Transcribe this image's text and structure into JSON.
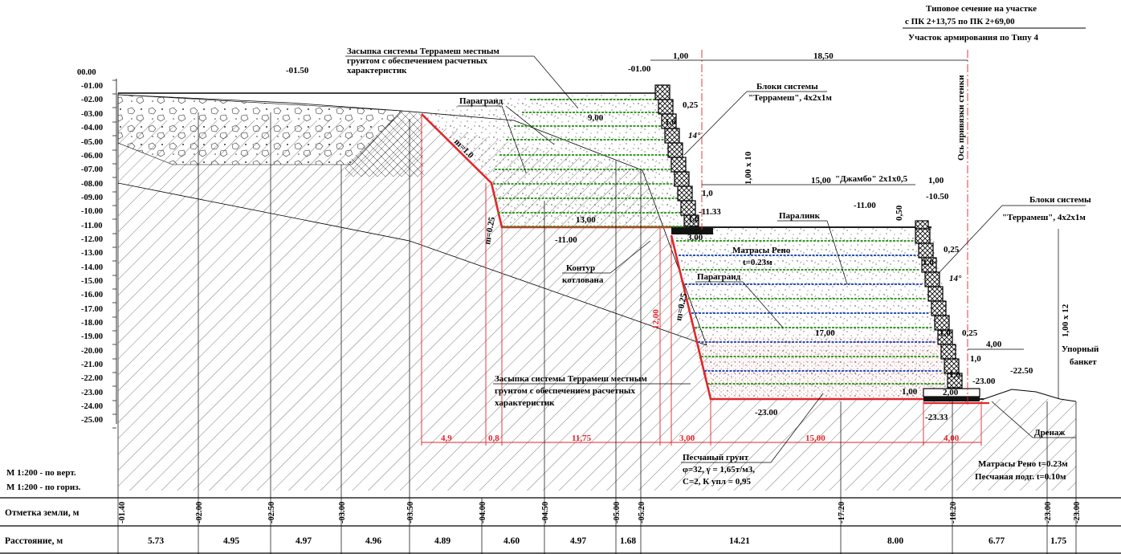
{
  "title": {
    "line1": "Типовое сечение на участке",
    "line2": "с ПК  2+13,75 по ПК 2+69,00",
    "line3": "Участок армирования по Типу 4"
  },
  "scale": {
    "vertical": "М 1:200 - по верт.",
    "horizontal": "М 1:200 - по гориз."
  },
  "y_axis_labels": [
    "00.00",
    "-01.00",
    "-02.00",
    "-03.00",
    "-04.00",
    "-05.00",
    "-06.00",
    "-07.00",
    "-08.00",
    "-09.00",
    "-10.00",
    "-11.00",
    "-12.00",
    "-13.00",
    "-14.00",
    "-15.00",
    "-16.00",
    "-17.00",
    "-18.00",
    "-19.00",
    "-20.00",
    "-21.00",
    "-22.00",
    "-23.00",
    "-24.00",
    "-25.00"
  ],
  "annotations": {
    "backfill_top_1": "Засыпка системы Террамеш местным",
    "backfill_top_2": "грунтом с обеспечением расчетных",
    "backfill_top_3": "характеристик",
    "backfill_bottom_1": "Засыпка системы Террамеш местным",
    "backfill_bottom_2": "грунтом с обеспечением расчетных",
    "backfill_bottom_3": "характеристик",
    "paragrid_top": "Параграид",
    "paragrid_bottom": "Параграид",
    "paralink": "Паралинк",
    "terramesh_top_1": "Блоки системы",
    "terramesh_top_2": "\"Террамеш\", 4х2х1м",
    "terramesh_right_1": "Блоки системы",
    "terramesh_right_2": "\"Террамеш\", 4х2х1м",
    "jumbo": "\"Джамбо\" 2х1х0,5",
    "reno_1": "Матрасы Рено",
    "reno_2": "t=0.23м",
    "contour_1": "Контур",
    "contour_2": "котлована",
    "axis_line": "Ось привязки стенки",
    "stop_bank_1": "Упорный",
    "stop_bank_2": "банкет",
    "drainage": "Дренаж",
    "sand_1": "Песчаный грунт",
    "sand_2": "φ=32, γ = 1,65т/м3,",
    "sand_3": "С=2, К упл = 0,95",
    "reno_bottom": "Матрасы Рено t=0.23м",
    "sand_sub": "Песчаная подг. t=0.10м"
  },
  "dimensions": {
    "top_w": "1,00",
    "top_right": "18,50",
    "level_m01": "-01.00",
    "level_m0150": "-01.50",
    "step_025_a": "0,25",
    "step_10_a": "1,0",
    "len_900": "9,00",
    "angle_a": "14°",
    "vert_top": "1,00 x 10",
    "slope_10": "m=1.0",
    "slope_025_a": "m=0.25",
    "step_10_b": "1,0",
    "level_m1133": "-11.33",
    "step_10_c": "1,0",
    "len_1300": "13,00",
    "level_m1100_a": "-11.00",
    "len_300": "3,00",
    "len_1500": "15,00",
    "h_050": "0,50",
    "w_100": "1,00",
    "level_m1050": "-10.50",
    "level_m1100_b": "-11.00",
    "step_025_b": "0,25",
    "step_10_d": "1,0",
    "angle_b": "14°",
    "vert_right": "1,00 x 12",
    "slope_025_b": "m=0.25",
    "red_1200": "12,00",
    "len_1700": "17,00",
    "step_10_e": "1,0",
    "step_025_c": "0,25",
    "len_400": "4,00",
    "step_10_f": "1,0",
    "level_m2250": "-22.50",
    "step_10_g": "1,0",
    "level_m2300_a": "-23.00",
    "len_100": "1,00",
    "len_200": "2,00",
    "level_m2300_b": "-23.00",
    "level_m2333": "-23.33",
    "red_49": "4,9",
    "red_08": "0,8",
    "red_1175": "11,75",
    "red_300": "3,00",
    "red_1500": "15,00",
    "red_400": "4,00"
  },
  "table": {
    "row1_label": "Отметка земли, м",
    "row2_label": "Расстояние, м",
    "elevations": [
      "-01.40",
      "-02.00",
      "-02.50",
      "-03.00",
      "-03.50",
      "-04.00",
      "-04.50",
      "-05.00",
      "-05.20",
      "-17.20",
      "-18.20",
      "-23.00",
      "-23.00"
    ],
    "distances": [
      "5.73",
      "4.95",
      "4.97",
      "4.96",
      "4.89",
      "4.60",
      "4.97",
      "1.68",
      "14.21",
      "8.00",
      "6.77",
      "1.75"
    ]
  },
  "colors": {
    "red_lines": "#e0262b",
    "geogrid_green": "#3a9a2a",
    "reno_blue": "#2b52b8",
    "line": "#000000"
  }
}
